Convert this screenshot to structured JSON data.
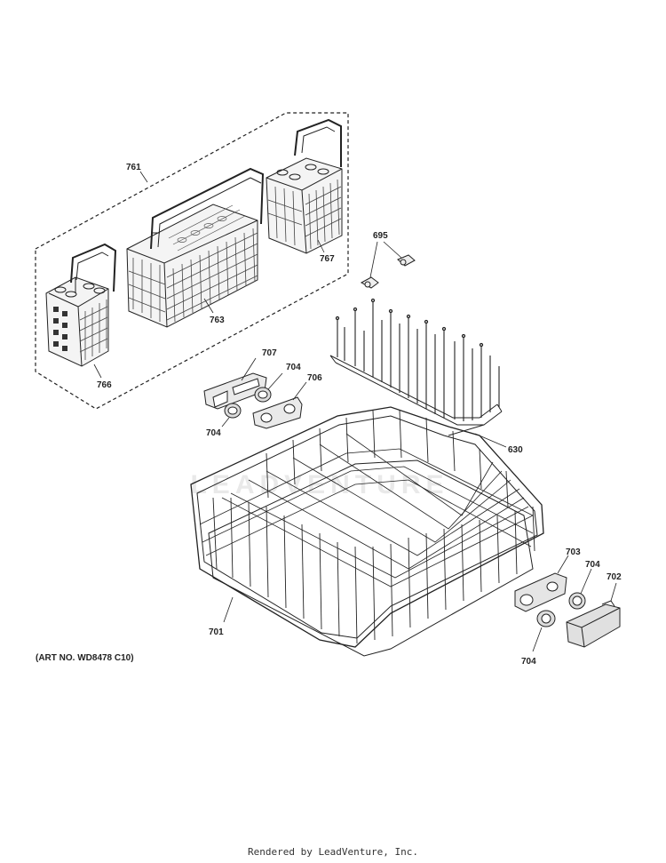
{
  "diagram": {
    "callouts": {
      "c761": "761",
      "c763": "763",
      "c767": "767",
      "c766": "766",
      "c695": "695",
      "c707": "707",
      "c704a": "704",
      "c706": "706",
      "c704b": "704",
      "c630": "630",
      "c703": "703",
      "c704c": "704",
      "c702": "702",
      "c701": "701",
      "c704d": "704"
    },
    "art_number": "(ART NO. WD8478 C10)",
    "footer": "Rendered by LeadVenture, Inc.",
    "watermark": "LEADVENTURE"
  }
}
